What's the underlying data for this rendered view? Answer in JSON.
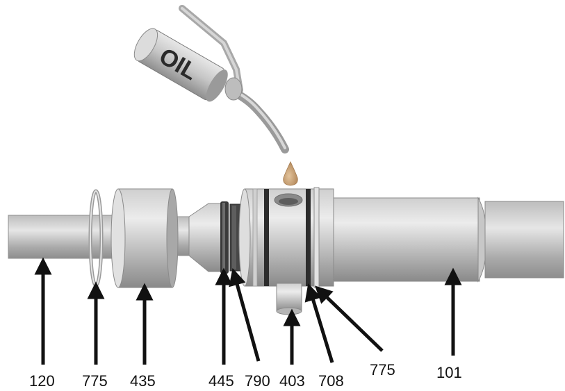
{
  "diagram": {
    "oil_can_label": "OIL",
    "callouts": [
      {
        "id": "c-120",
        "label": "120"
      },
      {
        "id": "c-775a",
        "label": "775"
      },
      {
        "id": "c-435",
        "label": "435"
      },
      {
        "id": "c-445",
        "label": "445"
      },
      {
        "id": "c-790",
        "label": "790"
      },
      {
        "id": "c-403",
        "label": "403"
      },
      {
        "id": "c-708",
        "label": "708"
      },
      {
        "id": "c-775b",
        "label": "775"
      },
      {
        "id": "c-101",
        "label": "101"
      }
    ],
    "colors": {
      "metal_light": "#d9d9d9",
      "metal_mid": "#b3b3b3",
      "metal_dark": "#7f7f7f",
      "seal_dark": "#3a3a3a",
      "oil_drop": "#c9a47a",
      "arrow": "#111111"
    }
  }
}
